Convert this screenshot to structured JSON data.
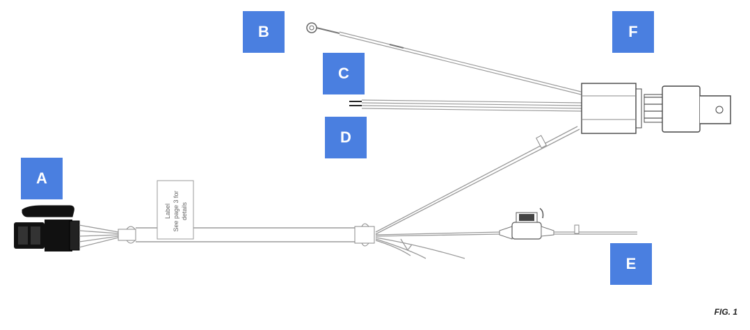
{
  "callouts": {
    "A": "A",
    "B": "B",
    "C": "C",
    "D": "D",
    "E": "E",
    "F": "F"
  },
  "label_tag": {
    "line1": "Label",
    "line2": "See page 3 for",
    "line3": "details"
  },
  "figure_caption": "FIG. 1",
  "colors": {
    "callout_fill": "#4a7fe0",
    "callout_text": "#ffffff",
    "wire": "#999999",
    "connector_body": "#111111"
  }
}
